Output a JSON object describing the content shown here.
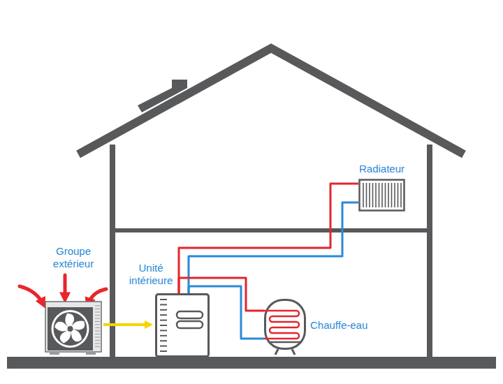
{
  "diagram": {
    "nodes": [
      {
        "text": [
          "Groupe extérieur"
        ]
      },
      {
        "text": [
          "Unité intérieure"
        ]
      },
      {
        "text": [
          "Radiateur"
        ]
      },
      {
        "text": [
          "Chauffe-eau"
        ]
      }
    ],
    "edges": [
      {
        "from": 0,
        "to": 1,
        "arrow": "to"
      },
      {
        "from": 1,
        "to": 2,
        "arrow": "none"
      },
      {
        "from": 1,
        "to": 2,
        "arrow": "none"
      },
      {
        "from": 1,
        "to": 3,
        "arrow": "none"
      },
      {
        "from": 1,
        "to": 3,
        "arrow": "none"
      }
    ]
  }
}
